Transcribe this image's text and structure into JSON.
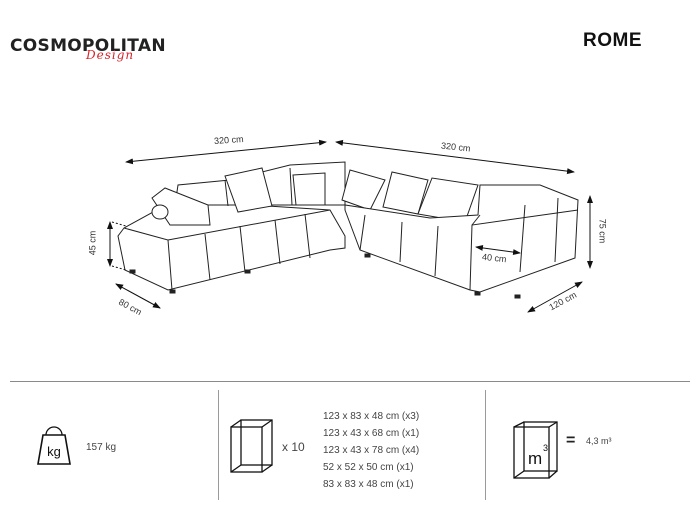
{
  "header": {
    "brand": "COSMOPOLITAN",
    "brand_script": "Design",
    "product_name": "ROME",
    "brand_accent_color": "#d8232a"
  },
  "drawing": {
    "subject": "corner sofa line drawing",
    "dimensions": {
      "left_length": "320 cm",
      "right_length": "320 cm",
      "seat_height": "45 cm",
      "total_height": "75 cm",
      "left_depth": "80 cm",
      "right_depth": "120 cm",
      "armrest_width": "40 cm"
    }
  },
  "specs": {
    "weight": {
      "icon": "kg",
      "value": "157 kg"
    },
    "packages": {
      "count_label": "x 10",
      "items": [
        "123 x 83 x 48 cm (x3)",
        "123 x 43 x 68 cm (x1)",
        "123 x 43 x 78 cm (x4)",
        "52 x 52 x 50 cm (x1)",
        "83 x 83 x 48 cm (x1)"
      ]
    },
    "volume": {
      "icon_label": "m",
      "icon_sup": "3",
      "equals": "=",
      "value": "4,3 m³"
    }
  }
}
